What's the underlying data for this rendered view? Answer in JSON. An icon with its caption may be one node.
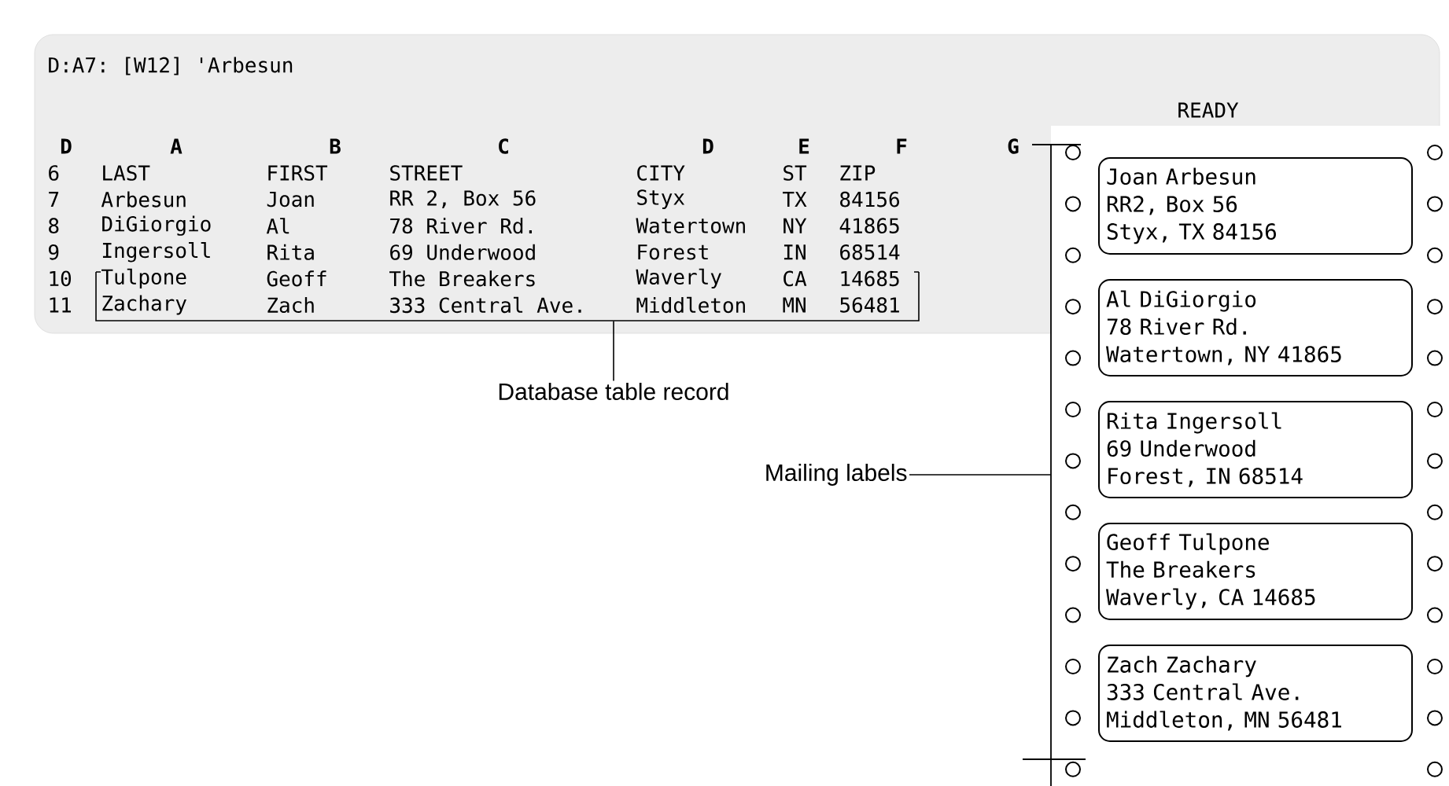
{
  "diagram": {
    "nodes": [
      {
        "text": [
          "Database table record"
        ]
      },
      {
        "text": [],
        "shape": "bracket"
      },
      {
        "text": [
          "Mailing labels"
        ]
      },
      {
        "text": [],
        "shape": "bracket"
      },
      {
        "text": [
          "Joan Arbesun",
          "RR2, Box 56",
          "Styx, TX 84156"
        ]
      },
      {
        "text": [
          "Al DiGiorgio",
          "78 River Rd.",
          "Watertown, NY 41865"
        ]
      },
      {
        "text": [
          "Rita Ingersoll",
          "69 Underwood",
          "Forest, IN 68514"
        ]
      },
      {
        "text": [
          "Geoff Tulpone",
          "The Breakers",
          "Waverly, CA 14685"
        ]
      },
      {
        "text": [
          "Zach Zachary",
          "333 Central Ave.",
          "Middleton, MN 56481"
        ]
      }
    ],
    "edges": [
      {
        "from": 0,
        "to": 1,
        "arrow": "none"
      },
      {
        "from": 2,
        "to": 3,
        "arrow": "none"
      }
    ],
    "labels": [
      "D:A7: [W12] 'Arbesun",
      "READY",
      "D",
      "A",
      "B",
      "C",
      "D",
      "E",
      "F",
      "G",
      "6",
      "LAST",
      "FIRST",
      "STREET",
      "CITY",
      "ST",
      "ZIP",
      "7",
      "Arbesun",
      "Joan",
      "RR 2, Box 56",
      "Styx",
      "TX",
      "84156",
      "8",
      "DiGiorgio",
      "Al",
      "78 River Rd.",
      "Watertown",
      "NY",
      "41865",
      "9",
      "Ingersoll",
      "Rita",
      "69 Underwood",
      "Forest",
      "IN",
      "68514",
      "10",
      "Tulpone",
      "Geoff",
      "The Breakers",
      "Waverly",
      "CA",
      "14685",
      "11",
      "Zachary",
      "Zach",
      "333 Central Ave.",
      "Middleton",
      "MN",
      "56481"
    ]
  }
}
